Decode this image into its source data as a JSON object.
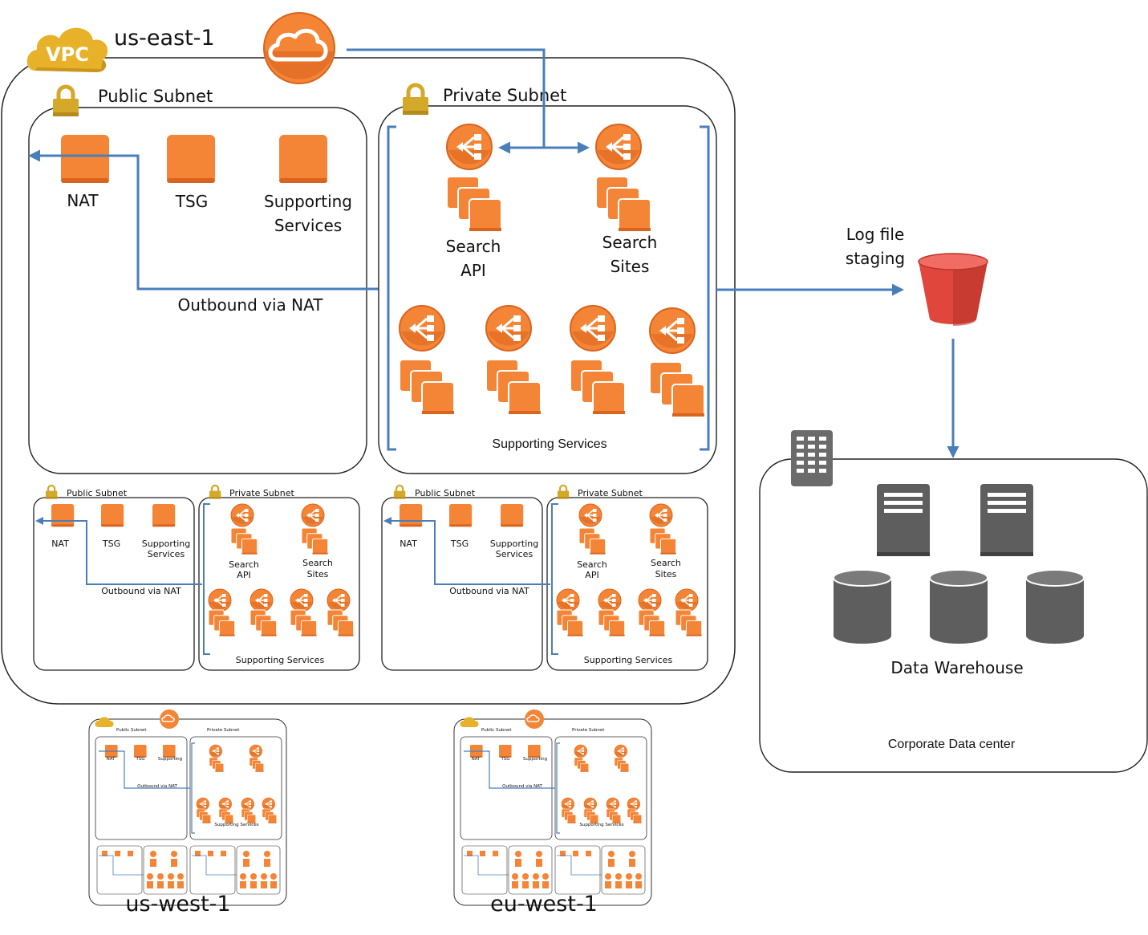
{
  "regions": {
    "main": "us-east-1",
    "west": "us-west-1",
    "eu": "eu-west-1"
  },
  "vpc_badge": "VPC",
  "public_subnet": {
    "title": "Public Subnet",
    "nat": "NAT",
    "tsg": "TSG",
    "supporting_line1": "Supporting",
    "supporting_line2": "Services",
    "outbound": "Outbound via NAT"
  },
  "private_subnet": {
    "title": "Private Subnet",
    "search_api_line1": "Search",
    "search_api_line2": "API",
    "search_sites_line1": "Search",
    "search_sites_line2": "Sites",
    "supporting": "Supporting Services"
  },
  "log_staging": {
    "line1": "Log file",
    "line2": "staging"
  },
  "datacenter": {
    "warehouse": "Data Warehouse",
    "label": "Corporate Data center"
  },
  "colors": {
    "aws_orange": "#f58536",
    "orange_dark": "#d9641e",
    "vpc_gold": "#e7b22a",
    "lock_gold": "#d4a829",
    "arrow_blue": "#4a7ebb",
    "bucket_red": "#e0463b",
    "server_gray": "#5e5e5e"
  }
}
